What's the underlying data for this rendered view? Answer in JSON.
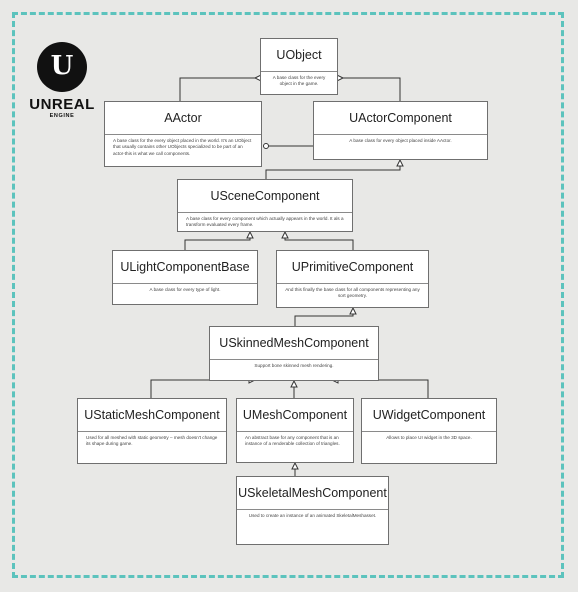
{
  "logo": {
    "glyph": "U",
    "word": "UNREAL",
    "sub": "ENGINE"
  },
  "nodes": {
    "uobject": {
      "title": "UObject",
      "desc": "A base class for the every object in the game."
    },
    "aactor": {
      "title": "AActor",
      "desc": "A base class for the every object placed in the world. It's an UObject that usually contains other UObjects specialized to be part of an actor-this is what we call components."
    },
    "uactorcomponent": {
      "title": "UActorComponent",
      "desc": "A base class for every object placed inside AActor."
    },
    "uscenecomponent": {
      "title": "USceneComponent",
      "desc": "A base class for every component which actually appears in the world. It als a transform evaluated every frame."
    },
    "ulightcomponentbase": {
      "title": "ULightComponentBase",
      "desc": "A base class for every type of light."
    },
    "uprimitivecomponent": {
      "title": "UPrimitiveComponent",
      "desc": "And this finally the base class for all components representing any sort geometry."
    },
    "uskinnedmeshcomponent": {
      "title": "USkinnedMeshComponent",
      "desc": "Support bone skinned mesh rendering."
    },
    "ustaticmeshcomponent": {
      "title": "UStaticMeshComponent",
      "desc": "Used for all meshed with static geometry – mesh doesn't change its shape during game."
    },
    "umeshcomponent": {
      "title": "UMeshComponent",
      "desc": "An abstract base for any component that is an instance of a renderable collection of triangles."
    },
    "uwidgetcomponent": {
      "title": "UWidgetComponent",
      "desc": "Allows to place UI widget in the 3D space."
    },
    "uskeletalmeshcomponent": {
      "title": "USkeletalMeshComponent",
      "desc": "Used to create an instance of an animated SkeletalMeshasset."
    }
  }
}
